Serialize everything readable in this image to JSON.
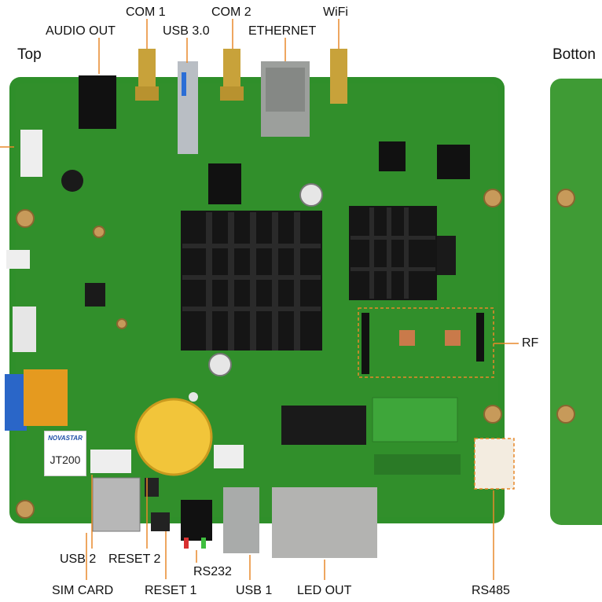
{
  "views": {
    "top": "Top",
    "bottom": "Botton"
  },
  "brand": {
    "logo_text": "NOVASTAR",
    "model": "JT200"
  },
  "labels": {
    "audio_out": "AUDIO OUT",
    "com1": "COM 1",
    "usb30": "USB 3.0",
    "com2": "COM 2",
    "ethernet": "ETHERNET",
    "wifi": "WiFi",
    "rf": "RF",
    "usb2": "USB 2",
    "reset2": "RESET 2",
    "rs232": "RS232",
    "sim_card": "SIM CARD",
    "reset1": "RESET 1",
    "usb1": "USB 1",
    "led_out": "LED OUT",
    "rs485": "RS485"
  },
  "colors": {
    "pcb": "#2f8f2a",
    "pcb_dark": "#1f6a1c",
    "leader": "#e8882a",
    "heatsink": "#151515"
  }
}
